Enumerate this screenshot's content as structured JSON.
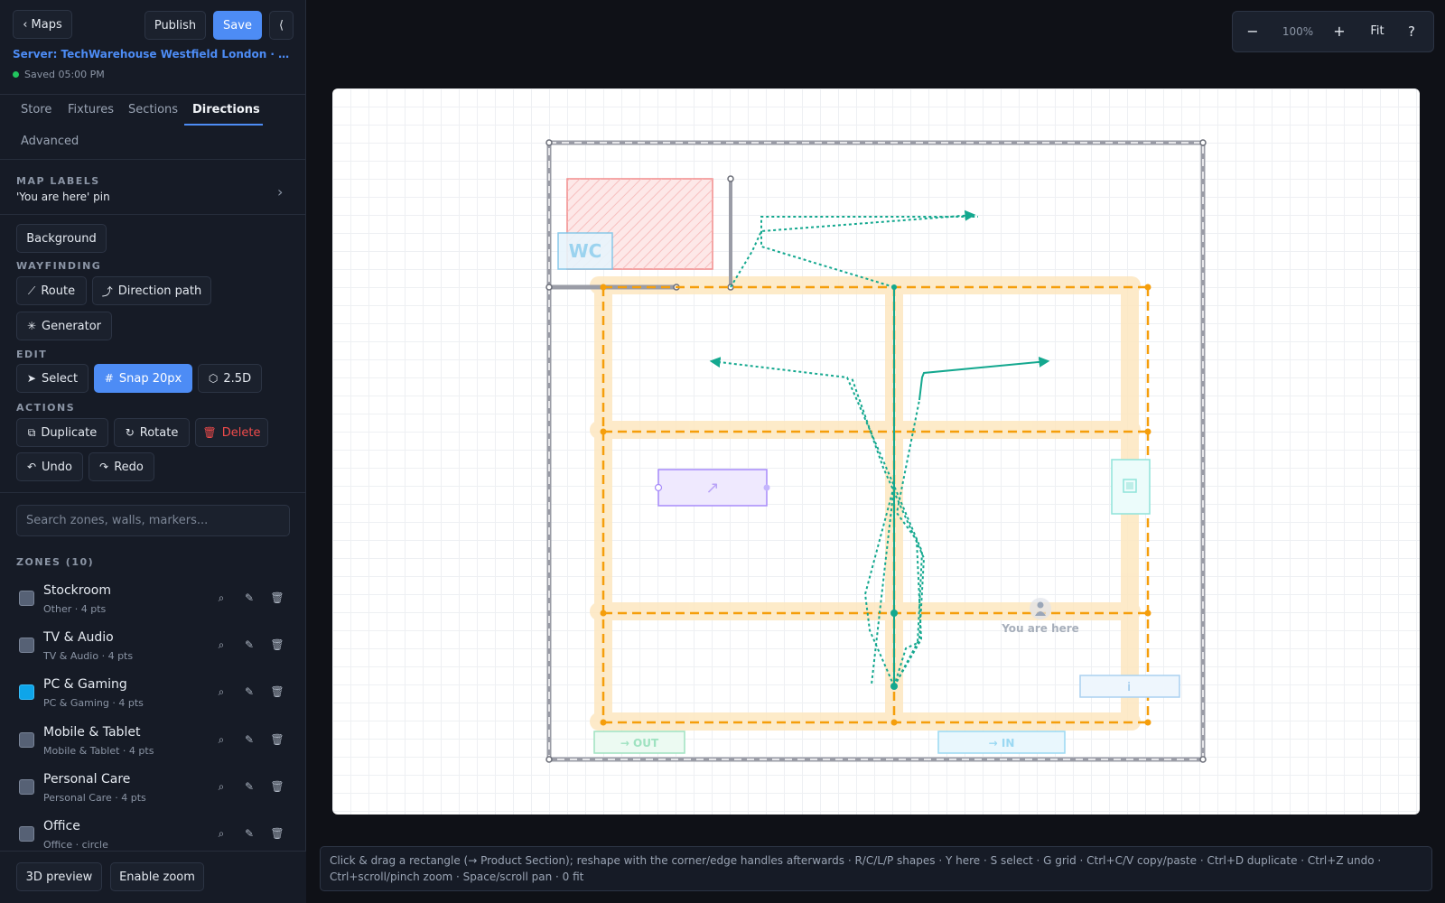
{
  "header": {
    "maps_label": "‹ Maps",
    "publish_label": "Publish",
    "save_label": "Save",
    "collapse_label": "⟨",
    "server_title": "Server: TechWarehouse Westfield London · …",
    "saved_status": "Saved 05:00 PM"
  },
  "tabs": [
    {
      "label": "Store"
    },
    {
      "label": "Fixtures"
    },
    {
      "label": "Sections"
    },
    {
      "label": "Directions",
      "active": true
    },
    {
      "label": "Advanced"
    }
  ],
  "map_labels": {
    "heading": "MAP LABELS",
    "value": "'You are here' pin"
  },
  "background_label": "Background",
  "wayfinding": {
    "heading": "WAYFINDING",
    "route_label": "Route",
    "direction_path_label": "Direction path",
    "generator_label": "Generator"
  },
  "edit": {
    "heading": "EDIT",
    "select_label": "Select",
    "snap_label": "Snap 20px",
    "view_25d_label": "2.5D"
  },
  "actions": {
    "heading": "ACTIONS",
    "duplicate_label": "Duplicate",
    "rotate_label": "Rotate",
    "delete_label": "Delete",
    "undo_label": "Undo",
    "redo_label": "Redo"
  },
  "search": {
    "placeholder": "Search zones, walls, markers..."
  },
  "zones": {
    "heading": "ZONES (10)",
    "items": [
      {
        "name": "Stockroom",
        "sub": "Other · 4 pts",
        "color": "#566175"
      },
      {
        "name": "TV & Audio",
        "sub": "TV & Audio · 4 pts",
        "color": "#566175"
      },
      {
        "name": "PC & Gaming",
        "sub": "PC & Gaming · 4 pts",
        "color": "#0ea5e9"
      },
      {
        "name": "Mobile & Tablet",
        "sub": "Mobile & Tablet · 4 pts",
        "color": "#566175"
      },
      {
        "name": "Personal Care",
        "sub": "Personal Care · 4 pts",
        "color": "#566175"
      },
      {
        "name": "Office",
        "sub": "Office · circle",
        "color": "#566175"
      }
    ]
  },
  "footer": {
    "preview_3d_label": "3D preview",
    "enable_zoom_label": "Enable zoom"
  },
  "zoom": {
    "minus": "−",
    "level": "100%",
    "plus": "+",
    "fit": "Fit",
    "help": "?"
  },
  "map": {
    "wc_label": "WC",
    "you_are_here_label": "You are here",
    "out_label": "→ OUT",
    "in_label": "→ IN",
    "info_label": "i",
    "colors": {
      "wall": "#9a9ca6",
      "aisle": "#f59e0b",
      "aisle_glow": "#fde7c0",
      "route": "#14a88f",
      "stockroom": "#f28b8b",
      "wc": "#7cc4e8",
      "escalator": "#a78bfa"
    }
  },
  "hint_text": "Click & drag a rectangle (→ Product Section); reshape with the corner/edge handles afterwards · R/C/L/P shapes · Y here · S select · G grid · Ctrl+C/V copy/paste · Ctrl+D duplicate · Ctrl+Z undo · Ctrl+scroll/pinch zoom · Space/scroll pan · 0 fit"
}
